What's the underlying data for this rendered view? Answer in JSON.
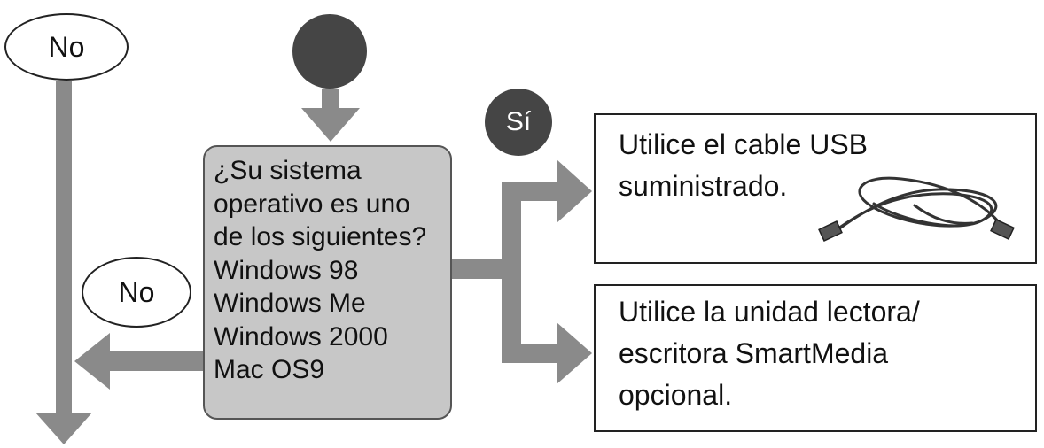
{
  "colors": {
    "arrow": "#8a8a8a",
    "dark_dot": "#454545",
    "question_box_fill": "#c7c7c7"
  },
  "labels": {
    "no_top": "No",
    "no_left": "No",
    "yes": "Sí"
  },
  "question": {
    "lines": [
      "¿Su sistema",
      "operativo es uno",
      "de los siguientes?",
      "Windows 98",
      "Windows Me",
      "Windows 2000",
      "Mac OS9"
    ]
  },
  "options": {
    "usb": {
      "lines": [
        "Utilice el cable USB",
        "suministrado."
      ],
      "image_icon": "usb-cable-icon"
    },
    "reader": {
      "lines": [
        "Utilice la unidad lectora/",
        "escritora SmartMedia",
        "opcional."
      ]
    }
  }
}
